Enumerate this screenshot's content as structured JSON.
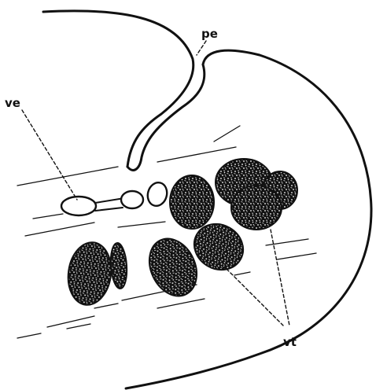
{
  "figure": {
    "labels": {
      "pe": "pe",
      "ve": "ve",
      "vt": "vt"
    },
    "colors": {
      "ink": "#111111",
      "paper": "#ffffff"
    }
  }
}
